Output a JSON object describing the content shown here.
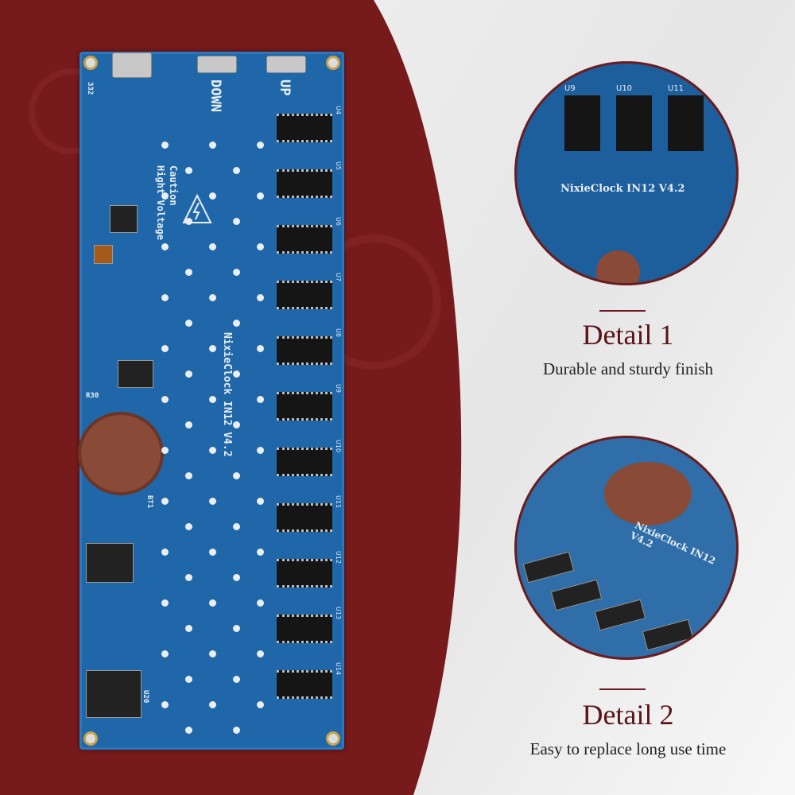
{
  "pcb": {
    "buttons": [
      "DOWN",
      "UP"
    ],
    "caution": [
      "Caution",
      "Hight Voltage"
    ],
    "board_name": "NixieClock IN12 V4.2",
    "chip_labels": [
      "U4",
      "U5",
      "U6",
      "U7",
      "U8",
      "U9",
      "U10",
      "U11",
      "U12",
      "U13",
      "U14"
    ],
    "small_labels": [
      "332",
      "U20",
      "BT1",
      "R30"
    ]
  },
  "details": [
    {
      "title": "Detail 1",
      "subtitle": "Durable and sturdy finish",
      "inset_text": "NixieClock IN12 V4.2",
      "inset_chip_labels": [
        "U9",
        "U10",
        "U11"
      ]
    },
    {
      "title": "Detail 2",
      "subtitle": "Easy to replace long use time",
      "inset_text": "NixieClock IN12 V4.2"
    }
  ],
  "colors": {
    "background_red": "#7a1a1c",
    "pcb_blue": "#1f67a8",
    "title_color": "#5a1418"
  }
}
